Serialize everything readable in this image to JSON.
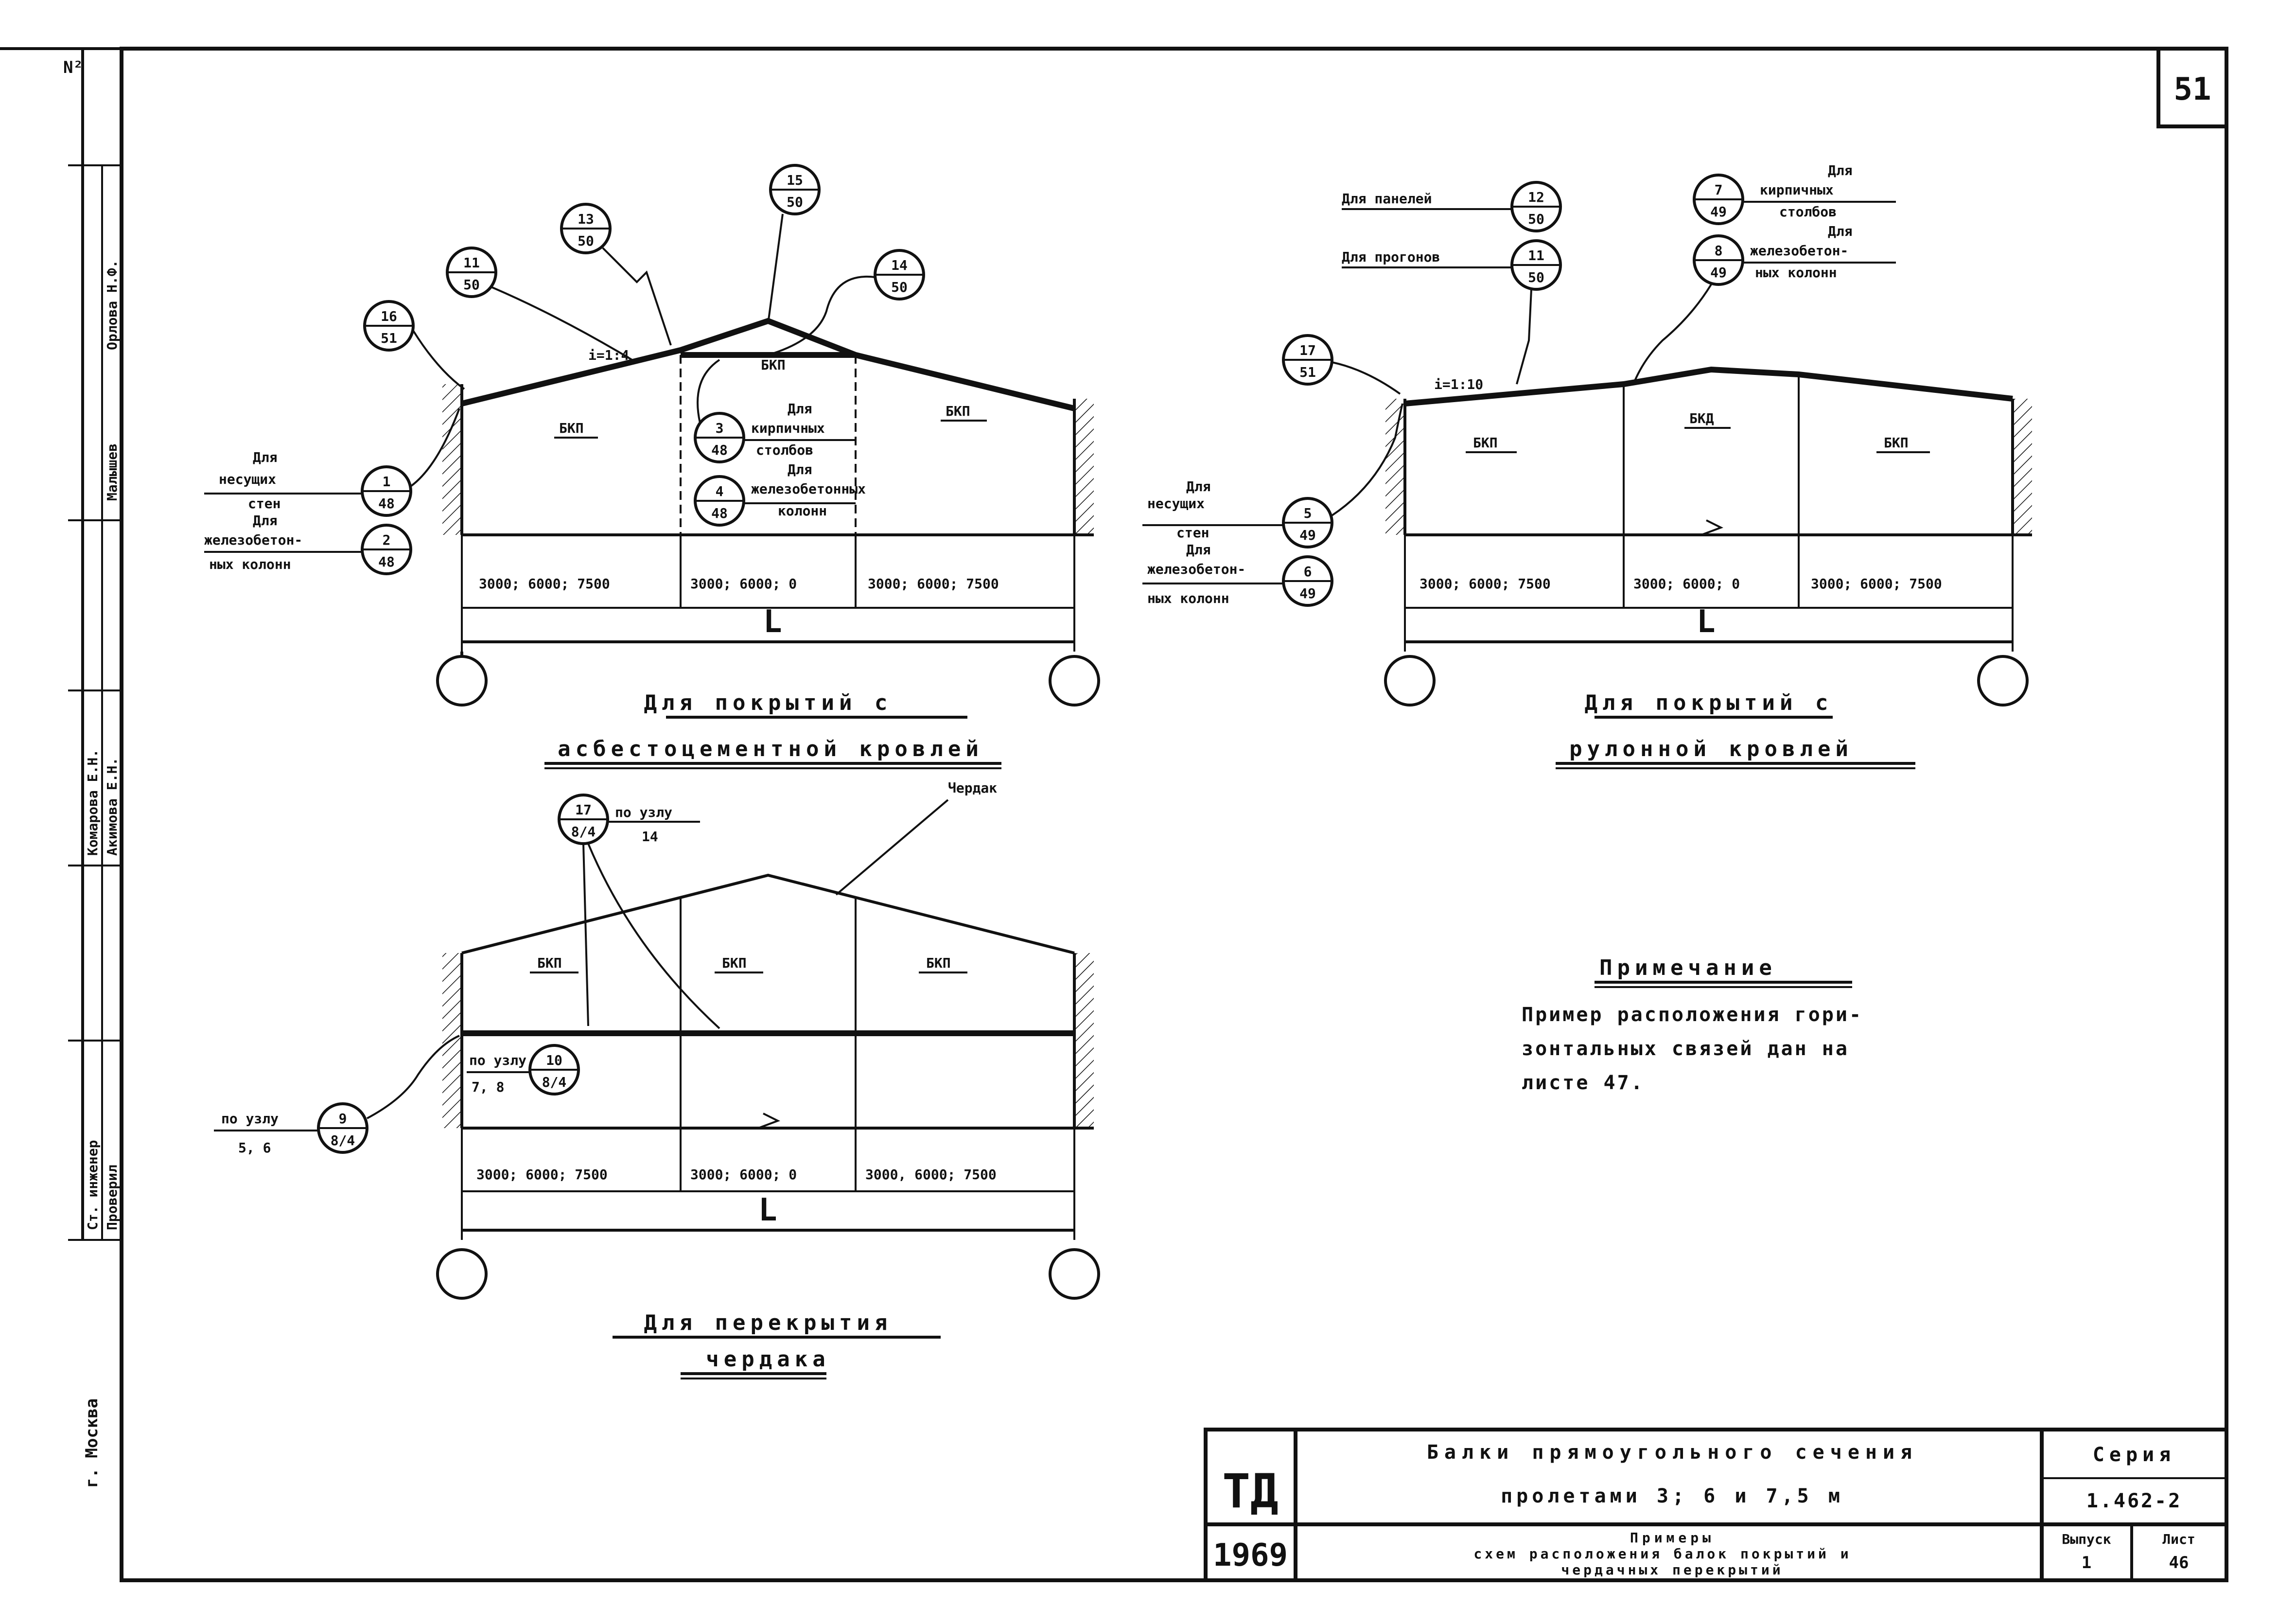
{
  "sheet": {
    "page_number": "51"
  },
  "side_stamp": {
    "stamp_no": "N²",
    "names": [
      "Орлова Н.Ф.",
      "Малышев",
      "Комарова Е.Н.",
      "Акимова Е.Н."
    ],
    "roles": [
      "Ст. инженер",
      "Проверил"
    ],
    "city": "г. Москва"
  },
  "title_block": {
    "org": "ТД",
    "year": "1969",
    "title_line1": "Балки прямоугольного сечения",
    "title_line2": "пролетами 3; 6 и 7,5 м",
    "subtitle_line1": "Примеры",
    "subtitle_line2": "схем расположения балок покрытий и",
    "subtitle_line3": "чердачных перекрытий",
    "series_label": "Серия",
    "series_value": "1.462-2",
    "issue_label": "Выпуск",
    "issue_value": "1",
    "sheet_label": "Лист",
    "sheet_value": "46"
  },
  "diagram_left": {
    "caption_line1": "Для покрытий с",
    "caption_line2": "асбестоцементной кровлей",
    "slope": "i=1:4",
    "beam_labels": [
      "БКП",
      "БКП",
      "БКП"
    ],
    "bay_dims": [
      "3000; 6000; 7500",
      "3000; 6000; 0",
      "3000; 6000; 7500"
    ],
    "span_label": "L",
    "callouts": [
      {
        "num": "16",
        "sheet": "51"
      },
      {
        "num": "11",
        "sheet": "50"
      },
      {
        "num": "13",
        "sheet": "50"
      },
      {
        "num": "15",
        "sheet": "50"
      },
      {
        "num": "14",
        "sheet": "50"
      },
      {
        "num": "1",
        "sheet": "48"
      },
      {
        "num": "2",
        "sheet": "48"
      },
      {
        "num": "3",
        "sheet": "48"
      },
      {
        "num": "4",
        "sheet": "48"
      }
    ],
    "notes": {
      "bearing_walls": [
        "Для",
        "несущих",
        "стен"
      ],
      "rc_columns": [
        "Для",
        "железобетон-",
        "ных колонн"
      ],
      "brick_posts": [
        "Для",
        "кирпичных",
        "столбов"
      ],
      "rc_columns_mid": [
        "Для",
        "железобетонных",
        "колонн"
      ]
    }
  },
  "diagram_right": {
    "caption_line1": "Для покрытий с",
    "caption_line2": "рулонной кровлей",
    "slope": "i=1:10",
    "beam_labels": [
      "БКП",
      "БКД",
      "БКП"
    ],
    "bay_dims": [
      "3000; 6000; 7500",
      "3000; 6000; 0",
      "3000; 6000; 7500"
    ],
    "span_label": "L",
    "callouts": [
      {
        "num": "12",
        "sheet": "50"
      },
      {
        "num": "11",
        "sheet": "50"
      },
      {
        "num": "7",
        "sheet": "49"
      },
      {
        "num": "8",
        "sheet": "49"
      },
      {
        "num": "17",
        "sheet": "51"
      },
      {
        "num": "5",
        "sheet": "49"
      },
      {
        "num": "6",
        "sheet": "49"
      }
    ],
    "notes": {
      "panels": "Для панелей",
      "purlins": "Для прогонов",
      "brick_posts": [
        "Для",
        "кирпичных",
        "столбов"
      ],
      "rc_columns_top": [
        "Для",
        "железобетон-",
        "ных колонн"
      ],
      "bearing_walls": [
        "Для",
        "несущих",
        "стен"
      ],
      "rc_columns": [
        "Для",
        "железобетон-",
        "ных колонн"
      ]
    }
  },
  "diagram_bottom": {
    "caption_line1": "Для перекрытия",
    "caption_line2": "чердака",
    "attic_label": "Чердак",
    "beam_labels": [
      "БКП",
      "БКП",
      "БКП"
    ],
    "bay_dims": [
      "3000; 6000; 7500",
      "3000; 6000; 0",
      "3000, 6000; 7500"
    ],
    "span_label": "L",
    "callouts": [
      {
        "num": "17",
        "sheet": "8/4",
        "note": "по узлу",
        "ref": "14"
      },
      {
        "num": "10",
        "sheet": "8/4",
        "note": "по узлу",
        "ref": "7, 8"
      },
      {
        "num": "9",
        "sheet": "8/4",
        "note": "по узлу",
        "ref": "5, 6"
      }
    ]
  },
  "note": {
    "heading": "Примечание",
    "line1": "Пример расположения гори-",
    "line2": "зонтальных связей дан на",
    "line3": "листе 47."
  }
}
